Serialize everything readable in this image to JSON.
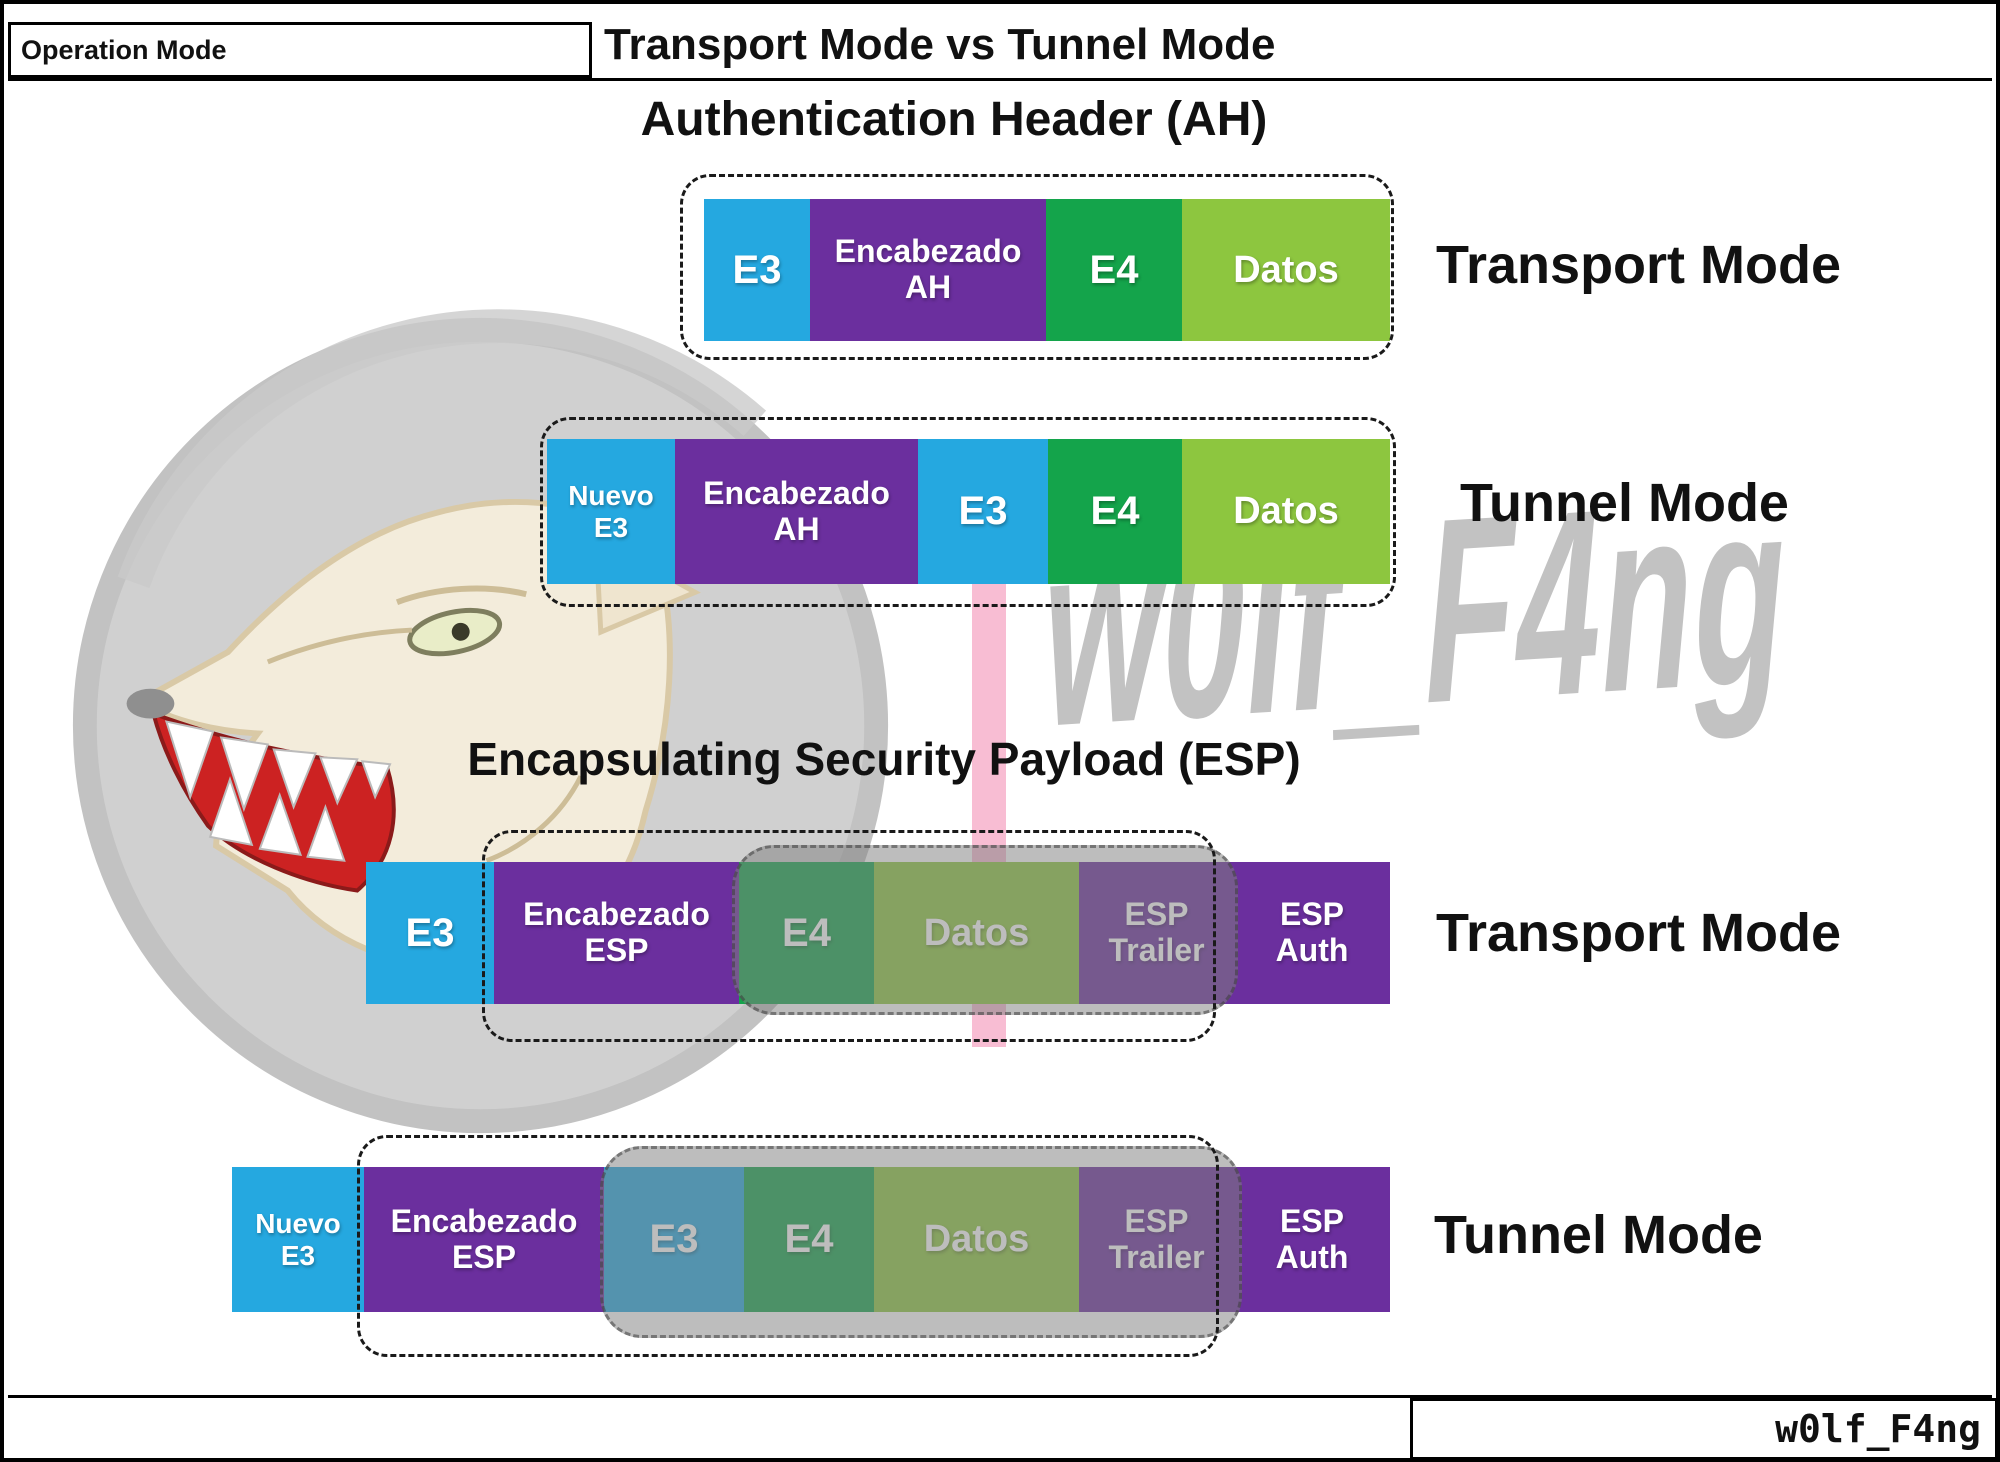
{
  "header": {
    "operation_mode": "Operation Mode",
    "title": "Transport Mode vs Tunnel Mode"
  },
  "sections": {
    "ah": {
      "title": "Authentication Header (AH)",
      "rows": {
        "transport": {
          "label": "Transport Mode",
          "blocks": [
            "E3",
            "Encabezado AH",
            "E4",
            "Datos"
          ]
        },
        "tunnel": {
          "label": "Tunnel Mode",
          "blocks": [
            "Nuevo E3",
            "Encabezado AH",
            "E3",
            "E4",
            "Datos"
          ]
        }
      }
    },
    "esp": {
      "title": "Encapsulating Security Payload (ESP)",
      "rows": {
        "transport": {
          "label": "Transport Mode",
          "blocks": [
            "E3",
            "Encabezado ESP",
            "E4",
            "Datos",
            "ESP Trailer",
            "ESP Auth"
          ]
        },
        "tunnel": {
          "label": "Tunnel Mode",
          "blocks": [
            "Nuevo E3",
            "Encabezado ESP",
            "E3",
            "E4",
            "Datos",
            "ESP Trailer",
            "ESP Auth"
          ]
        }
      }
    }
  },
  "watermark": {
    "signature": "w0lf_F4ng"
  },
  "footer": {
    "credit": "w0lf_F4ng"
  },
  "colors": {
    "e3_blue": "#25a8e0",
    "ipsec_purple": "#6b2f9e",
    "e4_green": "#14a44b",
    "datos_green": "#8dc63f",
    "connector_pink": "#f7b6ce",
    "watermark_gray": "#b3b3b3"
  }
}
